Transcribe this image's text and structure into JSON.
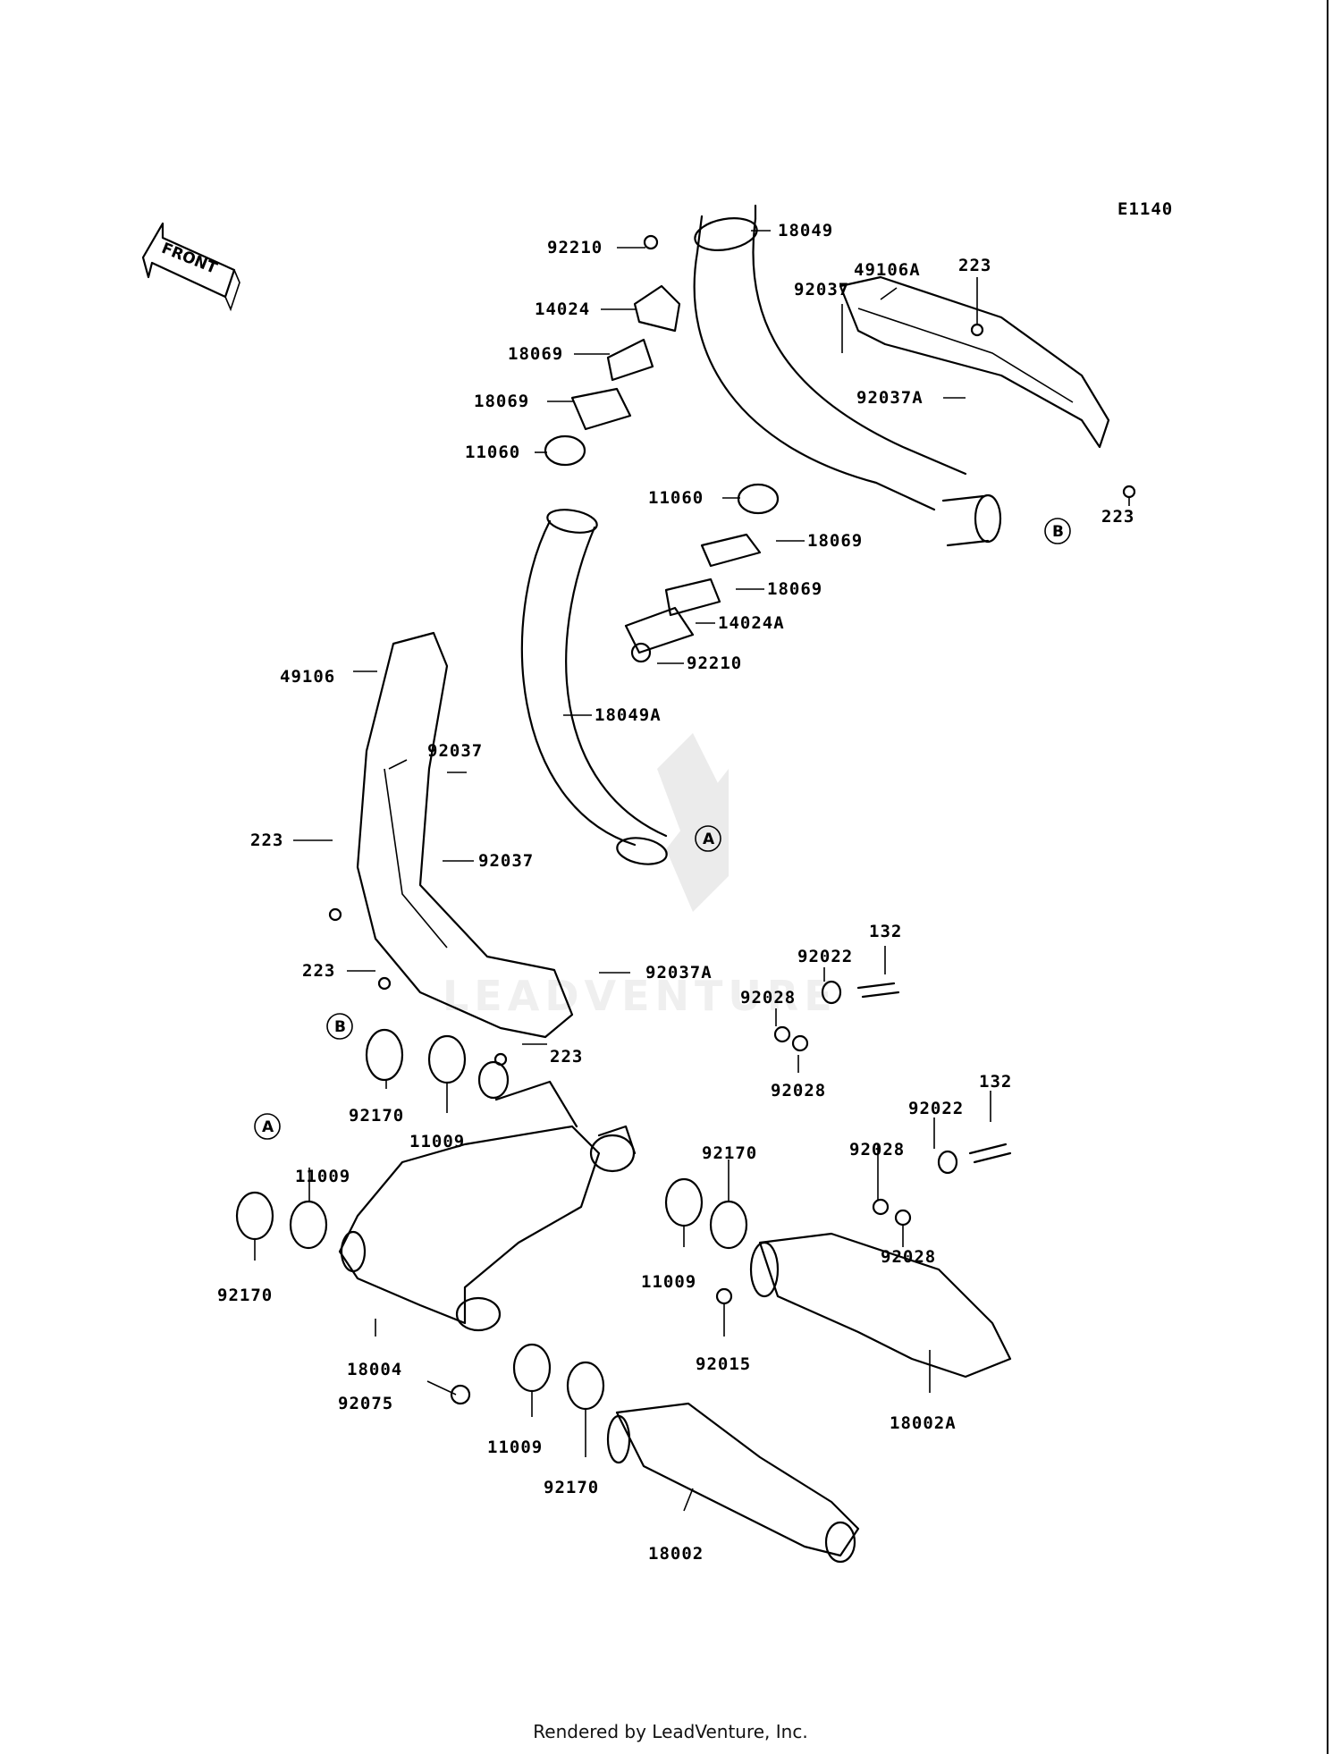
{
  "diagram_code": "E1140",
  "direction_label": "FRONT",
  "watermark_text": "LEADVENTURE",
  "footer": "Rendered by LeadVenture, Inc.",
  "callout_markers": [
    "A",
    "B"
  ],
  "parts": [
    {
      "id": "p1",
      "number": "18049"
    },
    {
      "id": "p2",
      "number": "92210"
    },
    {
      "id": "p3",
      "number": "14024"
    },
    {
      "id": "p4",
      "number": "18069"
    },
    {
      "id": "p5",
      "number": "18069"
    },
    {
      "id": "p6",
      "number": "11060"
    },
    {
      "id": "p7",
      "number": "49106A"
    },
    {
      "id": "p8",
      "number": "223"
    },
    {
      "id": "p9",
      "number": "92037"
    },
    {
      "id": "p10",
      "number": "92037A"
    },
    {
      "id": "p11",
      "number": "223"
    },
    {
      "id": "p12",
      "number": "11060"
    },
    {
      "id": "p13",
      "number": "18069"
    },
    {
      "id": "p14",
      "number": "18069"
    },
    {
      "id": "p15",
      "number": "14024A"
    },
    {
      "id": "p16",
      "number": "92210"
    },
    {
      "id": "p17",
      "number": "49106"
    },
    {
      "id": "p18",
      "number": "18049A"
    },
    {
      "id": "p19",
      "number": "92037"
    },
    {
      "id": "p20",
      "number": "223"
    },
    {
      "id": "p21",
      "number": "92037"
    },
    {
      "id": "p22",
      "number": "223"
    },
    {
      "id": "p23",
      "number": "92037A"
    },
    {
      "id": "p24",
      "number": "132"
    },
    {
      "id": "p25",
      "number": "92022"
    },
    {
      "id": "p26",
      "number": "92028"
    },
    {
      "id": "p27",
      "number": "223"
    },
    {
      "id": "p28",
      "number": "92028"
    },
    {
      "id": "p29",
      "number": "92170"
    },
    {
      "id": "p30",
      "number": "11009"
    },
    {
      "id": "p31",
      "number": "132"
    },
    {
      "id": "p32",
      "number": "92022"
    },
    {
      "id": "p33",
      "number": "92170"
    },
    {
      "id": "p34",
      "number": "92028"
    },
    {
      "id": "p35",
      "number": "11009"
    },
    {
      "id": "p36",
      "number": "92028"
    },
    {
      "id": "p37",
      "number": "92170"
    },
    {
      "id": "p38",
      "number": "11009"
    },
    {
      "id": "p39",
      "number": "18004"
    },
    {
      "id": "p40",
      "number": "92015"
    },
    {
      "id": "p41",
      "number": "92075"
    },
    {
      "id": "p42",
      "number": "18002A"
    },
    {
      "id": "p43",
      "number": "11009"
    },
    {
      "id": "p44",
      "number": "92170"
    },
    {
      "id": "p45",
      "number": "18002"
    }
  ]
}
